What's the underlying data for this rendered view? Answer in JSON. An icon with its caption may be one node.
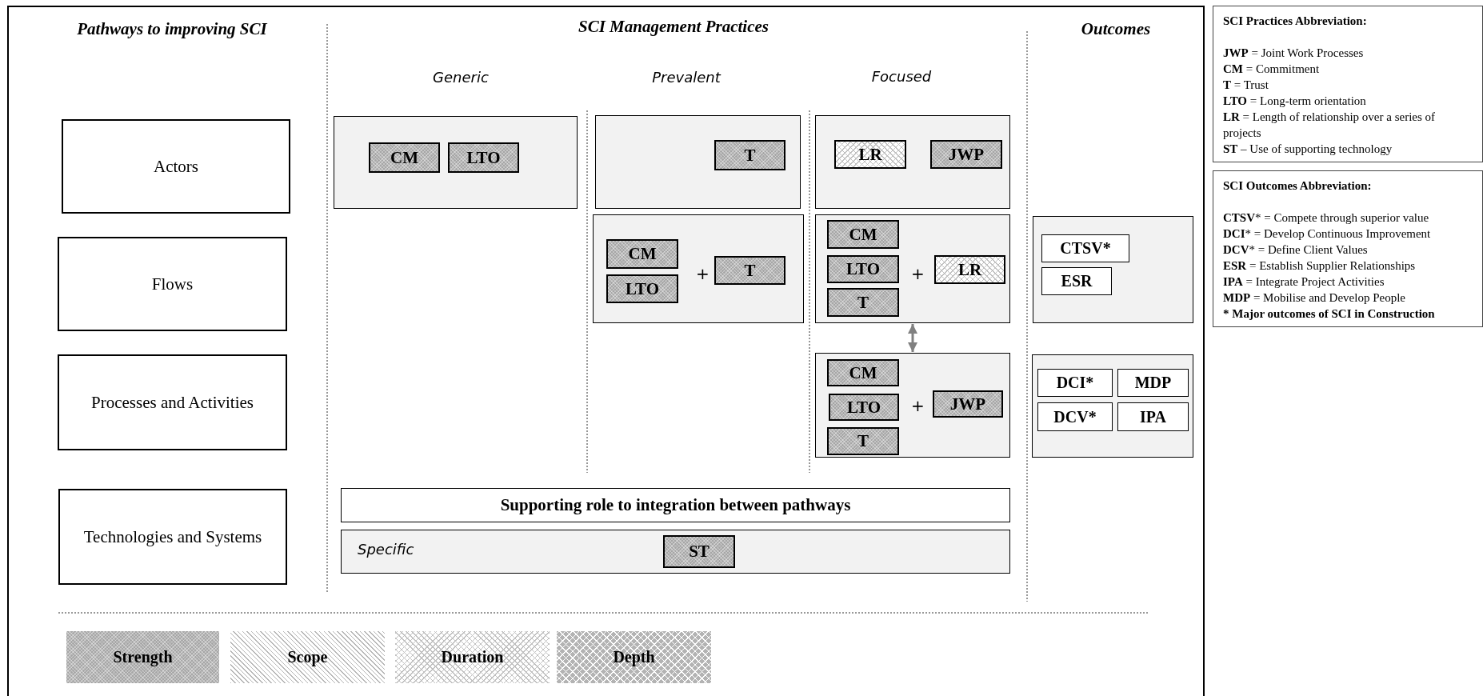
{
  "diagram": {
    "nodes": [
      {
        "text": [
          "Actors"
        ]
      },
      {
        "text": [],
        "shape": "box"
      },
      {
        "text": [
          "CM"
        ],
        "in": 1
      },
      {
        "text": [
          "LTO"
        ],
        "in": 1
      },
      {
        "text": [],
        "shape": "box"
      },
      {
        "text": [
          "T"
        ],
        "in": 4
      },
      {
        "text": [],
        "shape": "box"
      },
      {
        "text": [
          "LR"
        ],
        "in": 6
      },
      {
        "text": [
          "JWP"
        ],
        "in": 6
      },
      {
        "text": [
          "Flows"
        ]
      },
      {
        "text": [
          "+"
        ]
      },
      {
        "text": [
          "CM"
        ],
        "in": 10
      },
      {
        "text": [
          "LTO"
        ],
        "in": 10
      },
      {
        "text": [
          "T"
        ],
        "in": 10
      },
      {
        "text": [
          "+"
        ]
      },
      {
        "text": [
          "CM"
        ],
        "in": 14
      },
      {
        "text": [
          "LTO"
        ],
        "in": 14
      },
      {
        "text": [
          "T"
        ],
        "in": 14
      },
      {
        "text": [
          "LR"
        ],
        "in": 14
      },
      {
        "text": [],
        "shape": "box"
      },
      {
        "text": [
          "CTSV*"
        ],
        "in": 19
      },
      {
        "text": [
          "ESR"
        ],
        "in": 19
      },
      {
        "text": [
          "Processes and Activities"
        ]
      },
      {
        "text": [
          "+"
        ]
      },
      {
        "text": [
          "CM"
        ],
        "in": 23
      },
      {
        "text": [
          "LTO"
        ],
        "in": 23
      },
      {
        "text": [
          "T"
        ],
        "in": 23
      },
      {
        "text": [
          "JWP"
        ],
        "in": 23
      },
      {
        "text": [],
        "shape": "box"
      },
      {
        "text": [
          "DCI*"
        ],
        "in": 28
      },
      {
        "text": [
          "MDP"
        ],
        "in": 28
      },
      {
        "text": [
          "DCV*"
        ],
        "in": 28
      },
      {
        "text": [
          "IPA"
        ],
        "in": 28
      },
      {
        "text": [
          "Technologies and Systems"
        ]
      },
      {
        "text": [
          "Supporting role to integration between pathways"
        ]
      },
      {
        "text": [
          "Specific"
        ]
      },
      {
        "text": [
          "ST"
        ],
        "in": 35
      },
      {
        "text": [
          "SCI Practices Abbreviation:",
          "**JWP** = Joint Work Processes",
          "**CM** = Commitment",
          "**T** = Trust",
          "**LTO** = Long-term orientation",
          "**LR** = Length of relationship over a series of projects",
          "**ST** – Use of supporting technology"
        ]
      },
      {
        "text": [
          "SCI Outcomes Abbreviation:",
          "**CTSV*** = Compete through superior value",
          "**DCI*** = Develop Continuous Improvement",
          "**DCV*** = Define Client Values",
          "**ESR** = Establish Supplier Relationships",
          "**IPA** = Integrate Project Activities",
          "**MDP** = Mobilise and Develop People",
          "*** Major outcomes of SCI in Construction**"
        ]
      }
    ],
    "edges": [
      {
        "from": 14,
        "to": 23,
        "arrow": "both",
        "color": "#808080"
      }
    ],
    "labels": [
      "Pathways to improving SCI",
      "SCI Management Practices",
      "Outcomes",
      "Generic",
      "Prevalent",
      "Focused"
    ],
    "legend": [
      {
        "text": "Strength"
      },
      {
        "text": "Scope"
      },
      {
        "text": "Duration"
      },
      {
        "text": "Depth"
      }
    ]
  }
}
